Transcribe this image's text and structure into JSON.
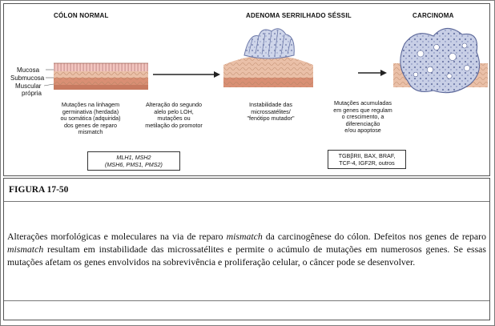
{
  "figure": {
    "stages": {
      "normal": "CÓLON NORMAL",
      "adenoma": "ADENOMA SERRILHADO SÉSSIL",
      "carcinoma": "CARCINOMA"
    },
    "layers": {
      "mucosa": "Mucosa",
      "submucosa": "Submucosa",
      "muscular_line1": "Muscular",
      "muscular_line2": "própria"
    },
    "notes": {
      "germline": [
        "Mutações na linhagem",
        "germinativa (herdada)",
        "ou somática (adquirida)",
        "dos genes de reparo",
        "mismatch"
      ],
      "second_allele": [
        "Alteração do segundo",
        "alelo pelo LOH,",
        "mutações ou",
        "metilação do promotor"
      ],
      "instability": [
        "Instabilidade das",
        "microssatélites/",
        "\"fenótipo mutador\""
      ],
      "accumulated": [
        "Mutações acumuladas",
        "em genes que regulam",
        "o crescimento, a",
        "diferenciação",
        "e/ou apoptose"
      ]
    },
    "gene_boxes": {
      "repair": [
        "MLH1, MSH2",
        "(MSH6, PMS1, PMS2)"
      ],
      "targets": [
        "TGBβRII, BAX, BRAF,",
        "TCF-4, IGF2R, outros"
      ]
    }
  },
  "caption": {
    "title": "FIGURA 17-50",
    "text_parts": [
      "Alterações morfológicas e moleculares na via de reparo ",
      "mismatch",
      " da carcinogênese do cólon. Defeitos nos genes de reparo ",
      "mismatch",
      " resultam em instabilidade das microssatélites e permite o acúmulo de mutações em numerosos genes. Se essas mutações afetam os genes envolvidos na sobrevivência e proliferação celular, o câncer pode se desenvolver."
    ]
  }
}
